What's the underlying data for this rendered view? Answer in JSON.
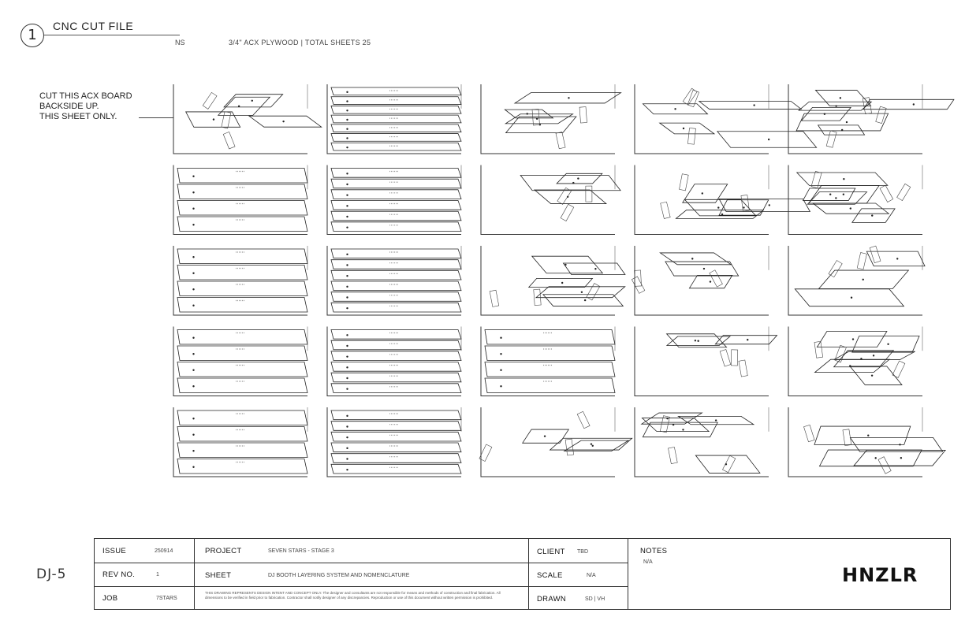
{
  "header": {
    "detail_number": "1",
    "title": "CNC CUT FILE",
    "scale": "NS",
    "material": "3/4\" ACX PLYWOOD | TOTAL SHEETS 25"
  },
  "callout": {
    "line1": "CUT THIS ACX BOARD",
    "line2": "BACKSIDE UP.",
    "line3": "THIS SHEET ONLY."
  },
  "sheets": {
    "rows": 5,
    "cols": 5,
    "count": 25
  },
  "title_block": {
    "issue_label": "ISSUE",
    "issue_value": "250914",
    "rev_label": "REV NO.",
    "rev_value": "1",
    "job_label": "JOB",
    "job_value": "7STARS",
    "project_label": "PROJECT",
    "project_value": "SEVEN STARS - STAGE 3",
    "sheet_label": "SHEET",
    "sheet_value": "DJ BOOTH LAYERING SYSTEM AND NOMENCLATURE",
    "client_label": "CLIENT",
    "client_value": "TBD",
    "scale_label": "SCALE",
    "scale_value": "N/A",
    "drawn_label": "DRAWN",
    "drawn_value": "SD | VH",
    "notes_label": "NOTES",
    "notes_value": "N/A",
    "disclaimer": "THIS DRAWING REPRESENTS DESIGN INTENT AND CONCEPT ONLY. The designer and consultants are not responsible for means and methods of construction and final fabrication. All dimensions to be verified in field prior to fabrication. Contractor shall notify designer of any discrepancies. Reproduction or use of this document without written permission is prohibited."
  },
  "sheet_number": "DJ-5",
  "logo": "HNZLR"
}
